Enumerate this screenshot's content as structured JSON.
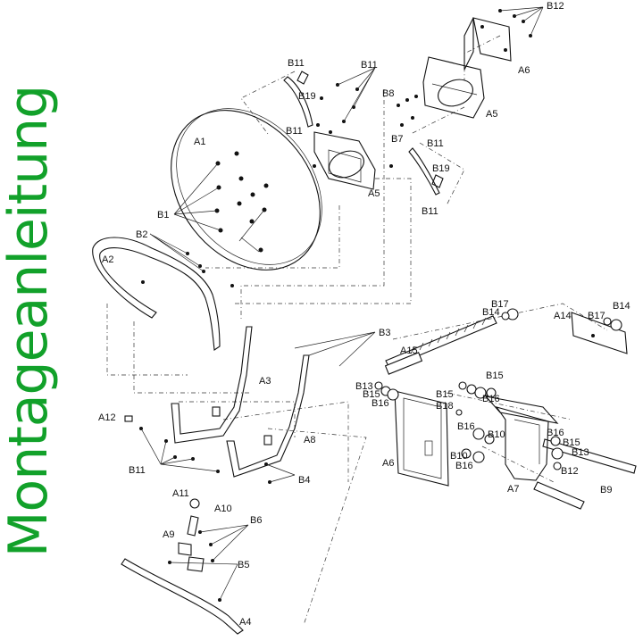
{
  "title": {
    "text": "Montageanleitung",
    "color": "#12a12a"
  },
  "labels": {
    "A1": "A1",
    "A2": "A2",
    "A3": "A3",
    "A4": "A4",
    "A5a": "A5",
    "A5b": "A5",
    "A6a": "A6",
    "A6b": "A6",
    "A7": "A7",
    "A8": "A8",
    "A9": "A9",
    "A10": "A10",
    "A11": "A11",
    "A12": "A12",
    "A14": "A14",
    "A15": "A15",
    "B1": "B1",
    "B2": "B2",
    "B3": "B3",
    "B4": "B4",
    "B5": "B5",
    "B6": "B6",
    "B7": "B7",
    "B8": "B8",
    "B9": "B9",
    "B10a": "B10",
    "B10b": "B10",
    "B11a": "B11",
    "B11b": "B11",
    "B11c": "B11",
    "B11d": "B11",
    "B11e": "B11",
    "B11f": "B11",
    "B12a": "B12",
    "B12b": "B12",
    "B13a": "B13",
    "B13b": "B13",
    "B14a": "B14",
    "B14b": "B14",
    "B15a": "B15",
    "B15b": "B15",
    "B15c": "B15",
    "B15d": "B15",
    "B16a": "B16",
    "B16b": "B16",
    "B16c": "B16",
    "B16d": "B16",
    "B16e": "B16",
    "B17a": "B17",
    "B17b": "B17",
    "B18": "B18",
    "B19a": "B19",
    "B19b": "B19"
  }
}
